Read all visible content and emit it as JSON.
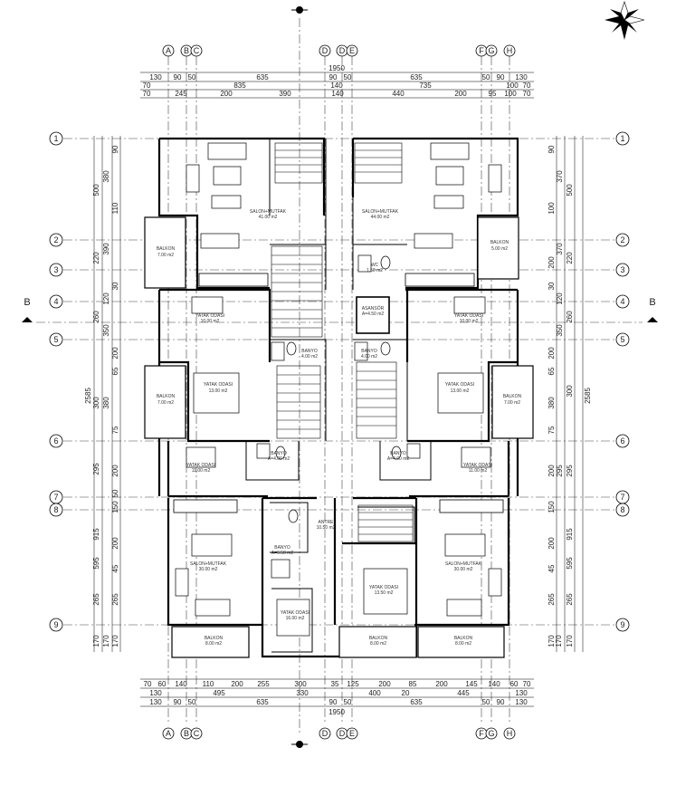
{
  "compass": {
    "icon": "north-arrow-icon"
  },
  "axes": {
    "letters": [
      "A",
      "B",
      "C",
      "D",
      "D",
      "E",
      "F",
      "G",
      "H"
    ],
    "numbers": [
      "1",
      "2",
      "3",
      "4",
      "5",
      "6",
      "7",
      "8",
      "9"
    ]
  },
  "section": {
    "left": "B",
    "right": "B"
  },
  "dims": {
    "top": {
      "total": "1950",
      "row1": [
        "130",
        "90",
        "50",
        "635",
        "90",
        "50",
        "635",
        "50",
        "90",
        "130"
      ],
      "row2": [
        "70",
        "835",
        "140",
        "735",
        "100",
        "70"
      ],
      "row3": [
        "70",
        "245",
        "200",
        "390",
        "140",
        "440",
        "200",
        "95",
        "100",
        "70"
      ]
    },
    "bottom": {
      "row1": [
        "70",
        "60",
        "140",
        "110",
        "200",
        "255",
        "300",
        "35",
        "125",
        "200",
        "85",
        "200",
        "145",
        "140",
        "60",
        "70"
      ],
      "row2": [
        "130",
        "495",
        "330",
        "400",
        "20",
        "445",
        "130"
      ],
      "row3": [
        "130",
        "90",
        "50",
        "635",
        "90",
        "50",
        "635",
        "50",
        "90",
        "130"
      ],
      "total": "1950"
    },
    "left": {
      "total": "2585",
      "outer": [
        "500",
        "220",
        "260",
        "300",
        "295",
        "915",
        "595",
        "265",
        "170",
        "170"
      ],
      "inner": [
        "90",
        "380",
        "110",
        "390",
        "30",
        "120",
        "350",
        "200",
        "65",
        "380",
        "75",
        "200",
        "50",
        "150",
        "200",
        "45",
        "265",
        "170"
      ]
    },
    "right": {
      "total": "2585",
      "outer": [
        "500",
        "220",
        "260",
        "300",
        "295",
        "915",
        "595",
        "265",
        "170",
        "170"
      ],
      "inner": [
        "90",
        "370",
        "100",
        "370",
        "200",
        "30",
        "120",
        "350",
        "200",
        "65",
        "380",
        "75",
        "200",
        "295",
        "150",
        "200",
        "45",
        "265",
        "170"
      ]
    }
  },
  "rooms": {
    "salon_tl": {
      "name": "SALON+MUTFAK",
      "area": "41.00 m2"
    },
    "salon_tr": {
      "name": "SALON+MUTFAK",
      "area": "44.00 m2"
    },
    "balkon_l1": {
      "name": "BALKON",
      "area": "7.00 m2"
    },
    "balkon_r1": {
      "name": "BALKON",
      "area": "5.00 m2"
    },
    "wc": {
      "name": "WC",
      "area": "1.50 m2"
    },
    "asansor": {
      "name": "ASANSÖR",
      "area": "A=4.50 m2"
    },
    "yatak_l1": {
      "name": "YATAK ODASI",
      "area": "10.00 m2"
    },
    "yatak_r1": {
      "name": "YATAK ODASI",
      "area": "10.00 m2"
    },
    "banyo_c1": {
      "name": "BANYO",
      "area": "4.00 m2"
    },
    "banyo_c2": {
      "name": "BANYO",
      "area": "4.00 m2"
    },
    "yatak_l2": {
      "name": "YATAK ODASI",
      "area": "13.00 m2"
    },
    "yatak_r2": {
      "name": "YATAK ODASI",
      "area": "13.00 m2"
    },
    "balkon_l2": {
      "name": "BALKON",
      "area": "7.00 m2"
    },
    "balkon_r2": {
      "name": "BALKON",
      "area": "7.00 m2"
    },
    "yatak_l3": {
      "name": "YATAK ODASI",
      "area": "11.00 m2"
    },
    "yatak_r3": {
      "name": "YATAK ODASI",
      "area": "11.00 m2"
    },
    "banyo_l": {
      "name": "BANYO",
      "area": "A=4.00 m2"
    },
    "banyo_r": {
      "name": "BANYO",
      "area": "A=4.00 m2"
    },
    "antre": {
      "name": "ANTRE",
      "area": "10.50 m2"
    },
    "banyo_b": {
      "name": "BANYO",
      "area": "A=6.50 m2"
    },
    "salon_bl": {
      "name": "SALON+MUTFAK",
      "area": "30.00 m2"
    },
    "salon_br": {
      "name": "SALON+MUTFAK",
      "area": "30.00 m2"
    },
    "yatak_bc": {
      "name": "YATAK ODASI",
      "area": "13.50 m2"
    },
    "yatak_bl": {
      "name": "YATAK ODASI",
      "area": "16.00 m2"
    },
    "balkon_b1": {
      "name": "BALKON",
      "area": "8.00 m2"
    },
    "balkon_b2": {
      "name": "BALKON",
      "area": "8.00 m2"
    },
    "balkon_b3": {
      "name": "BALKON",
      "area": "8.00 m2"
    }
  }
}
